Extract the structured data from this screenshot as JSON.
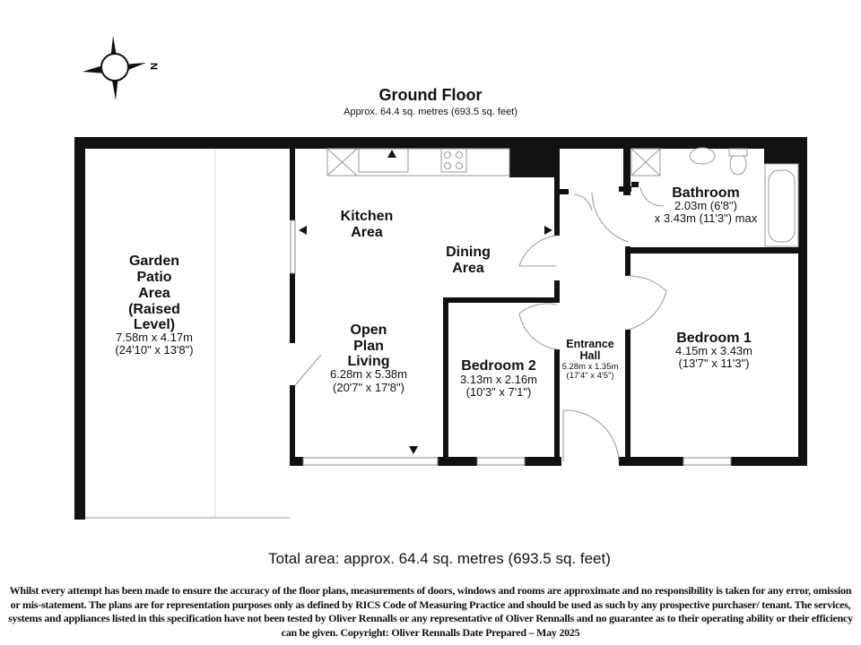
{
  "header": {
    "title": "Ground Floor",
    "subtitle": "Approx. 64.4 sq. metres (693.5 sq. feet)"
  },
  "compass": {
    "label": "N"
  },
  "rooms": {
    "garden": {
      "name": [
        "Garden",
        "Patio",
        "Area",
        "(Raised",
        "Level)"
      ],
      "metric": "7.58m x 4.17m",
      "imperial": "(24'10\" x 13'8\")"
    },
    "kitchen": {
      "name": [
        "Kitchen",
        "Area"
      ]
    },
    "dining": {
      "name": [
        "Dining",
        "Area"
      ]
    },
    "living": {
      "name": [
        "Open",
        "Plan",
        "Living"
      ],
      "metric": "6.28m x 5.38m",
      "imperial": "(20'7\" x 17'8\")"
    },
    "bedroom2": {
      "name": "Bedroom 2",
      "metric": "3.13m x 2.16m",
      "imperial": "(10'3\" x 7'1\")"
    },
    "hall": {
      "name": [
        "Entrance",
        "Hall"
      ],
      "metric": "5.28m x 1.35m",
      "imperial": "(17'4\" x 4'5\")"
    },
    "bedroom1": {
      "name": "Bedroom 1",
      "metric": "4.15m x 3.43m",
      "imperial": "(13'7\" x 11'3\")"
    },
    "bathroom": {
      "name": "Bathroom",
      "line1": "2.03m (6'8\")",
      "line2": "x 3.43m (11'3\") max"
    }
  },
  "footer": {
    "total": "Total area: approx. 64.4 sq. metres (693.5 sq. feet)",
    "disclaimer": "Whilst every attempt has been made to ensure the accuracy of the floor plans, measurements of doors, windows and rooms are approximate and no responsibility is taken for any error, omission or mis-statement. The plans are for representation purposes only as defined by RICS Code of Measuring Practice and should be used as such by any prospective purchaser/ tenant. The services, systems and appliances listed in this specification have not been tested by Oliver Rennalls or any representative of Oliver Rennalls and no guarantee as to their operating ability or their efficiency can be given. Copyright: Oliver Rennalls Date Prepared – May 2025"
  }
}
